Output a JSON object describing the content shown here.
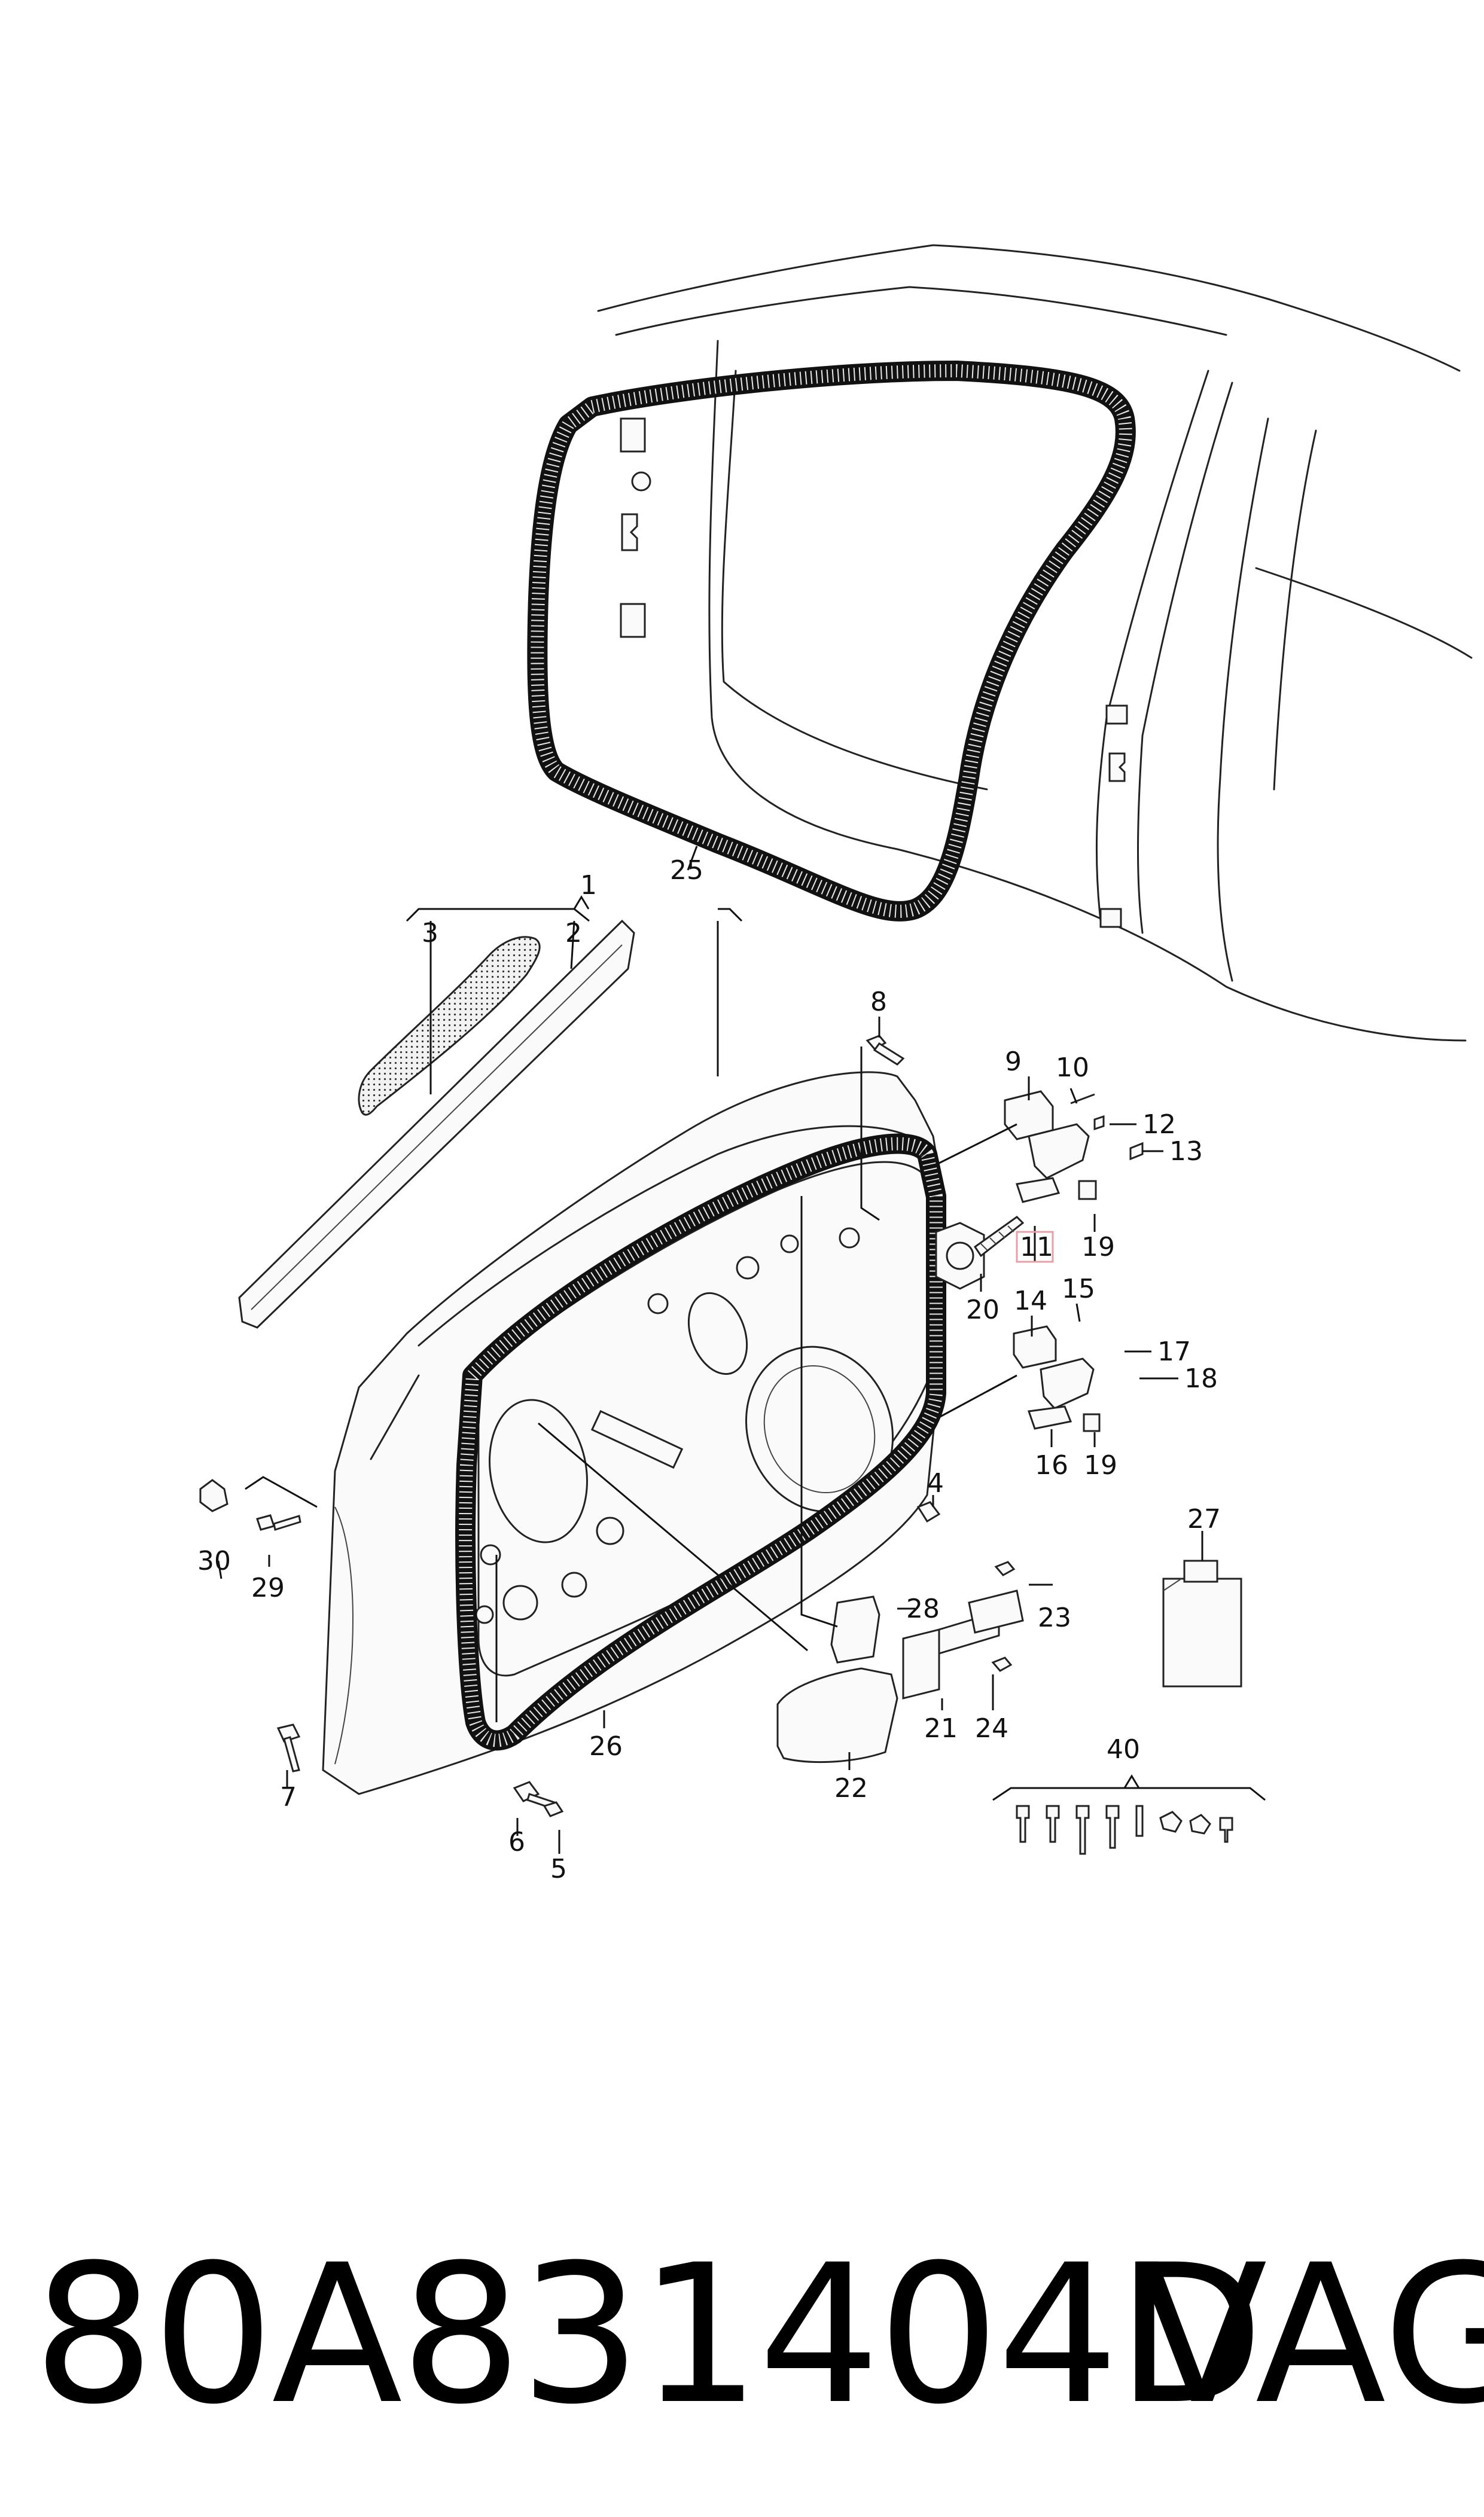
{
  "diagram": {
    "labels": [
      "1",
      "2",
      "3",
      "4",
      "5",
      "6",
      "7",
      "8",
      "9",
      "10",
      "11",
      "12",
      "13",
      "14",
      "15",
      "16",
      "17",
      "18",
      "19",
      "19",
      "20",
      "21",
      "22",
      "23",
      "24",
      "25",
      "26",
      "27",
      "28",
      "29",
      "30",
      "40"
    ],
    "highlighted_label": "11",
    "highlight_color": "#e8a0a8"
  },
  "footer": {
    "part_number": "80A831404D",
    "brand": "VAG"
  }
}
